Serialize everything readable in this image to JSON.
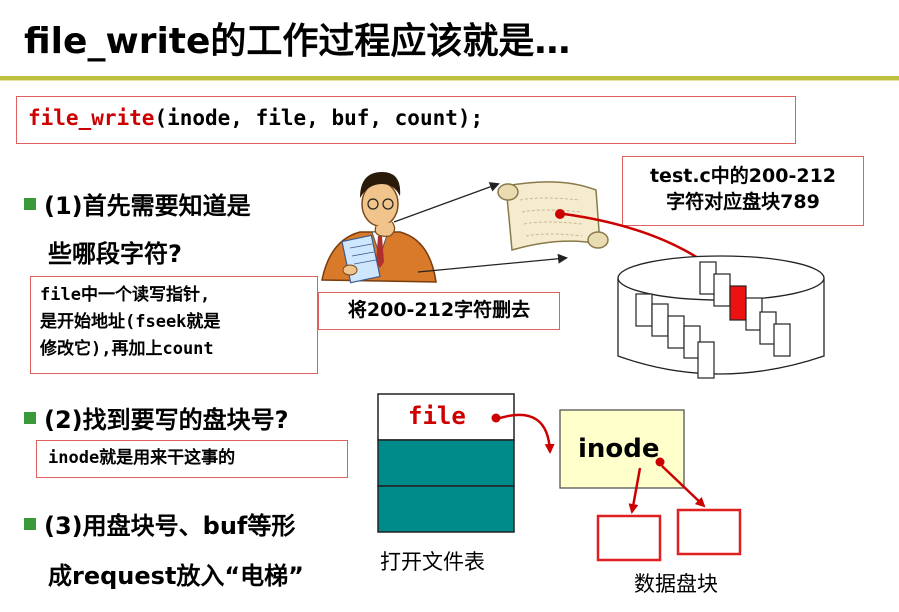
{
  "title": "file_write的工作过程应该就是…",
  "code": {
    "function_name": "file_write",
    "arguments": "(inode, file, buf, count);"
  },
  "step1": {
    "line1": "(1)首先需要知道是",
    "line2": "些哪段字符?",
    "note": "file中一个读写指针,\n是开始地址(fseek就是\n修改它),再加上count"
  },
  "callout_top": {
    "line1": "test.c中的200-212",
    "line2": "字符对应盘块789"
  },
  "callout_mid": "将200-212字符删去",
  "step2": {
    "label": "(2)找到要写的盘块号?",
    "note": "inode就是用来干这事的"
  },
  "step3": {
    "line1": "(3)用盘块号、buf等形",
    "line2": "成request放入“电梯”"
  },
  "file_table": {
    "entry_label": "file",
    "caption": "打开文件表"
  },
  "inode_box": {
    "label": "inode"
  },
  "data_blocks": {
    "caption": "数据盘块"
  },
  "colors": {
    "accent_red": "#cc0000",
    "bullet_green": "#3a9a3a",
    "teal": "#008b8b",
    "inode_fill": "#ffffcc",
    "rule": "#bfbf40"
  }
}
